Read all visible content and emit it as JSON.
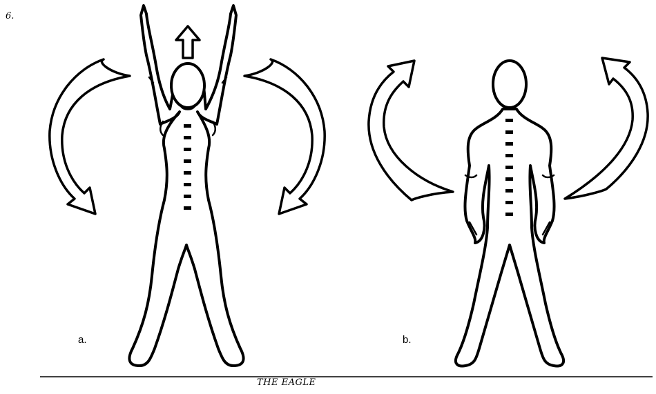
{
  "figure": {
    "number": "6.",
    "caption": "THE EAGLE",
    "panels": [
      {
        "label": "a.",
        "pose": "arms-raised"
      },
      {
        "label": "b.",
        "pose": "arms-lowered"
      }
    ]
  },
  "icons": [
    "up-arrow-icon",
    "curved-arrow-down-icon",
    "curved-arrow-up-icon"
  ],
  "colors": {
    "line": "#000000",
    "background": "#ffffff"
  }
}
